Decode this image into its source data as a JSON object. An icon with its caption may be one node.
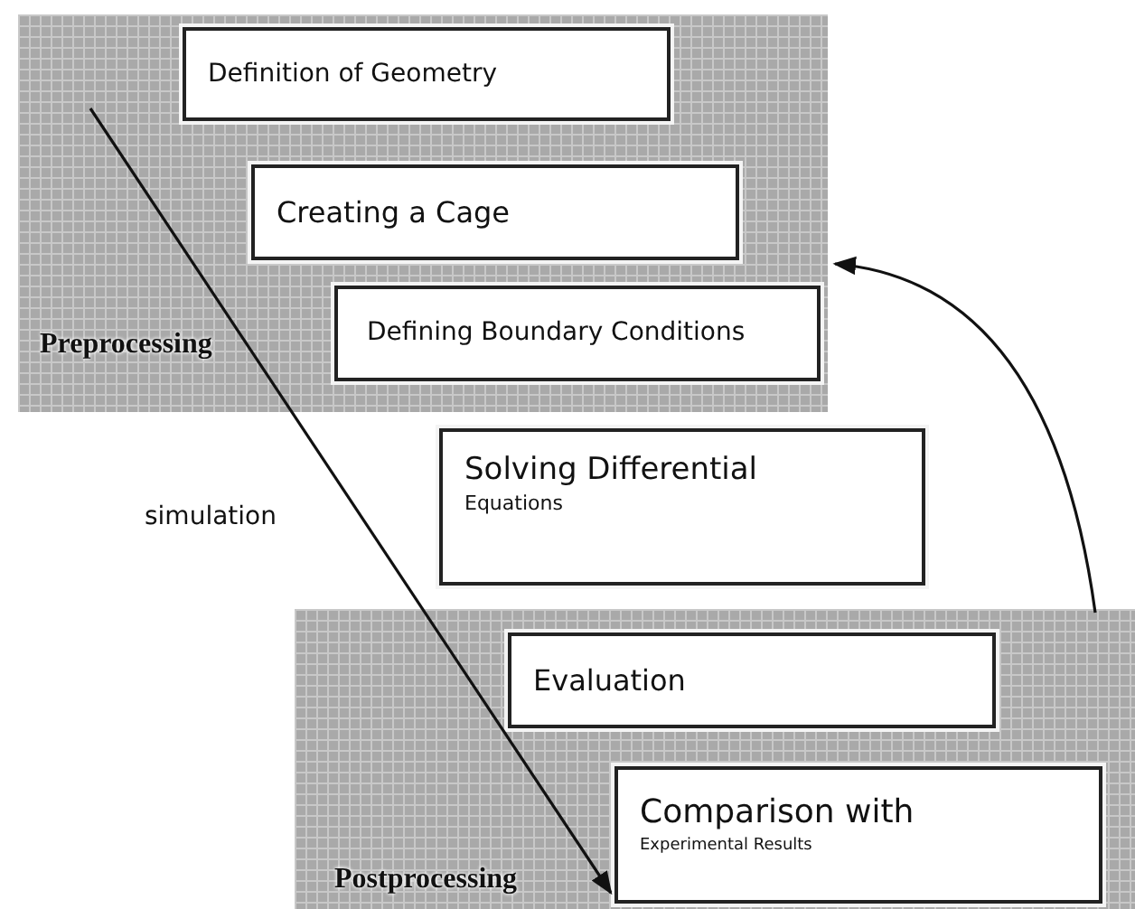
{
  "diagram": {
    "nodes": [
      {
        "text": [
          "Preprocessing"
        ]
      },
      {
        "text": [
          "Definition of Geometry"
        ],
        "in": 0
      },
      {
        "text": [
          "Creating a Cage"
        ],
        "in": 0
      },
      {
        "text": [
          "Defining Boundary Conditions"
        ],
        "in": 0
      },
      {
        "text": [
          "Solving Differential",
          "Equations"
        ]
      },
      {
        "text": [
          "Postprocessing"
        ]
      },
      {
        "text": [
          "Evaluation"
        ],
        "in": 5
      },
      {
        "text": [
          "Comparison with",
          "Experimental Results"
        ],
        "in": 5
      }
    ],
    "edges": [
      {
        "from": null,
        "to": 7,
        "arrow": "to",
        "label": "simulation"
      },
      {
        "from": 5,
        "to": 0,
        "arrow": "to"
      }
    ]
  }
}
